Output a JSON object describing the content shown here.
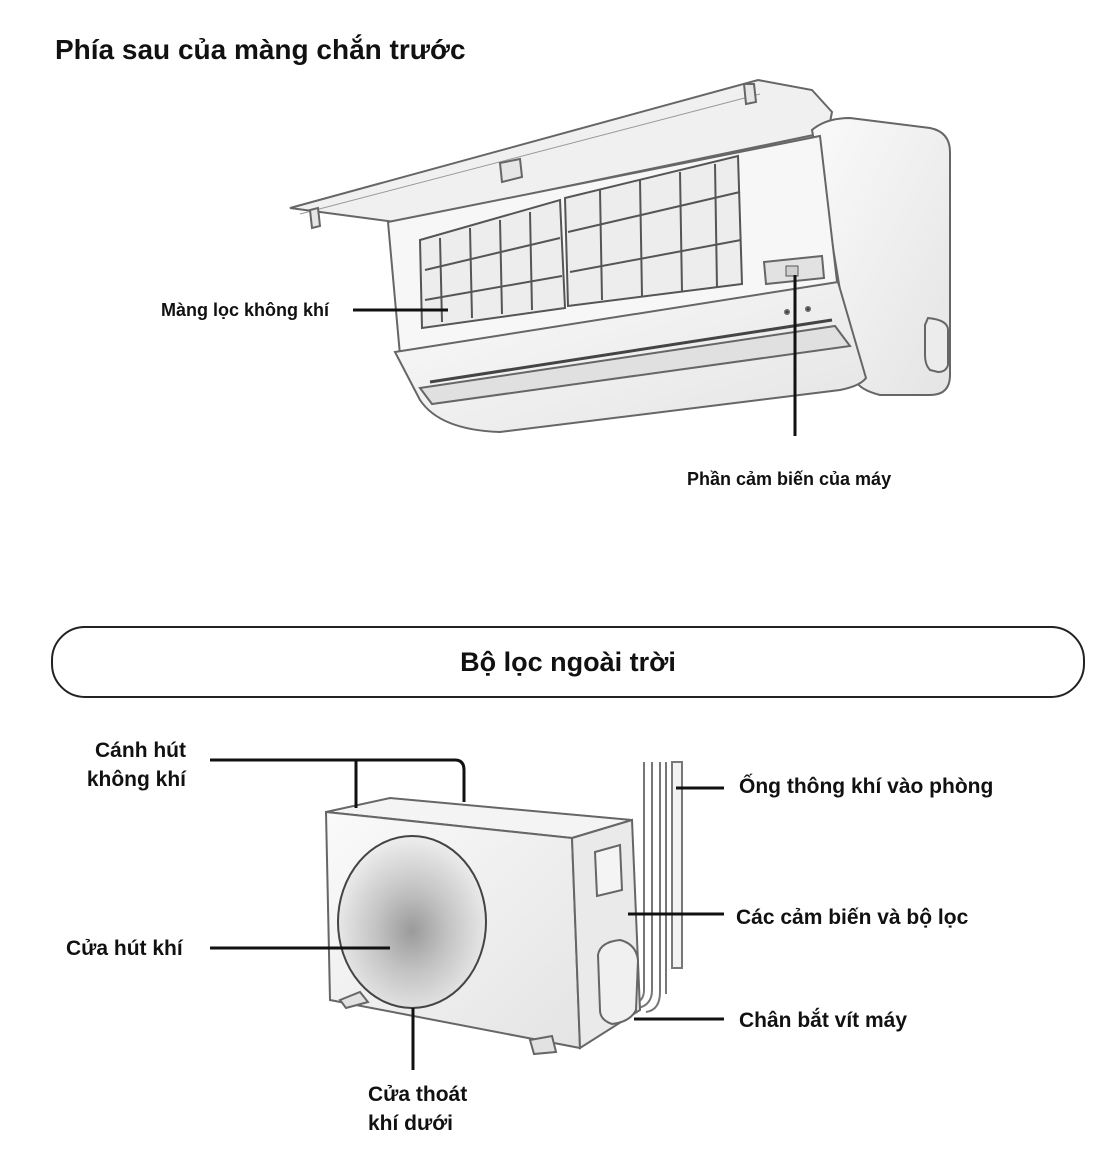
{
  "indoor": {
    "title": "Phía sau của màng chắn trước",
    "labels": {
      "air_filter": "Màng lọc không khí",
      "sensor": "Phần cảm biến của máy"
    }
  },
  "outdoor": {
    "title": "Bộ lọc ngoài trời",
    "labels": {
      "intake_fins": "Cánh hút không khí",
      "air_inlet": "Cửa hút khí",
      "ventilation_pipe": "Ống thông khí vào phòng",
      "sensors_filters": "Các cảm biến và bộ lọc",
      "mounting_feet": "Chân bắt vít máy",
      "bottom_outlet": "Cửa thoát khí dưới"
    }
  }
}
